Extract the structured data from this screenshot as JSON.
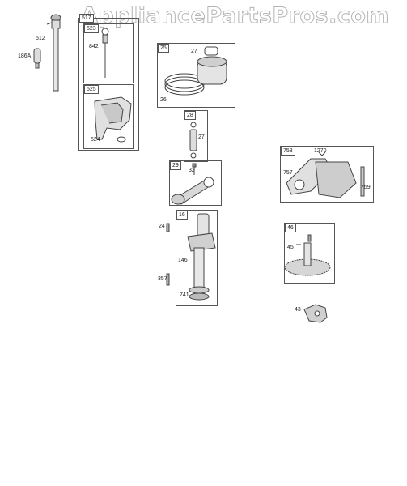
{
  "watermark": "AppliancePartsPros.com",
  "callouts": {
    "tag_517": "517",
    "tag_523": "523",
    "tag_525": "525",
    "tag_25": "25",
    "tag_28": "28",
    "tag_29": "29",
    "tag_16": "16",
    "tag_758": "758",
    "tag_46": "46",
    "l512": "512",
    "l186a": "186A",
    "l842": "842",
    "l524": "524",
    "l27a": "27",
    "l26": "26",
    "l27b": "27",
    "l32": "32",
    "l24": "24",
    "l146": "146",
    "l357": "357",
    "l741": "741",
    "l1270": "1270",
    "l757": "757",
    "l759": "759",
    "l45": "45",
    "l43": "43"
  }
}
